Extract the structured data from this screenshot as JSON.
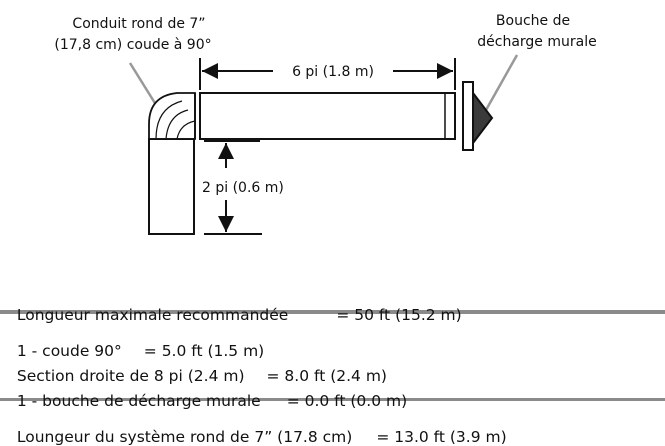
{
  "diagram": {
    "label_elbow_line1": "Conduit rond de 7”",
    "label_elbow_line2": "(17,8 cm) coude à 90°",
    "label_hood_line1": "Bouche de",
    "label_hood_line2": "décharge murale",
    "dim_horizontal": "6 pi (1.8 m)",
    "dim_vertical": "2 pi (0.6 m)"
  },
  "table": {
    "max_length_label": "Longueur maximale recommandée",
    "max_length_value": "= 50 ft (15.2 m)",
    "items": [
      {
        "label": "1 - coude 90°",
        "value": "= 5.0 ft (1.5 m)"
      },
      {
        "label": "Section droite de 8 pi (2.4 m)",
        "value": "= 8.0 ft (2.4 m)"
      },
      {
        "label": "1 - bouche de décharge murale",
        "value": "= 0.0 ft (0.0 m)"
      }
    ],
    "total_label": "Loungeur du système rond de 7” (17.8 cm)",
    "total_value": "= 13.0 ft (3.9 m)"
  }
}
